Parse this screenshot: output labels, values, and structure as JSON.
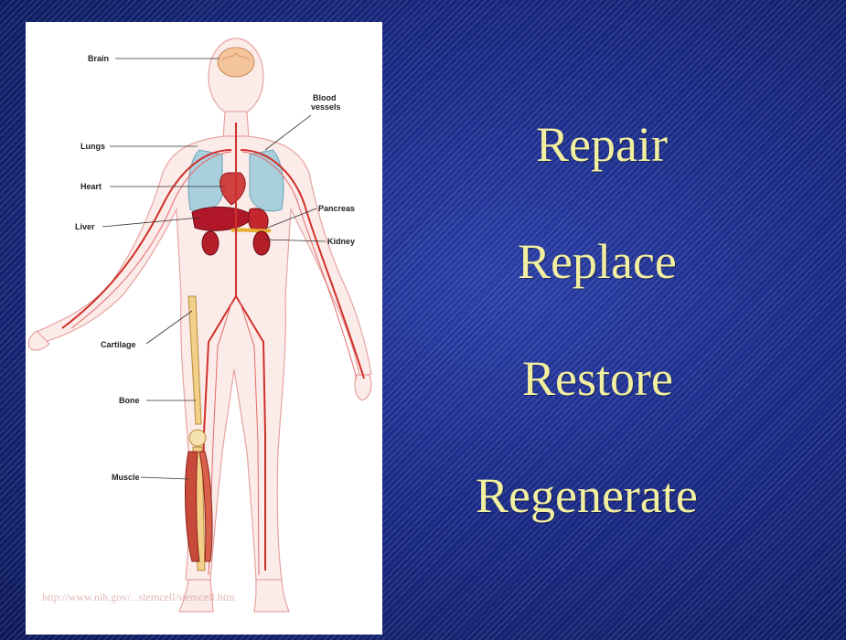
{
  "figure": {
    "labels": {
      "brain": "Brain",
      "blood_vessels_line1": "Blood",
      "blood_vessels_line2": "vessels",
      "lungs": "Lungs",
      "heart": "Heart",
      "pancreas": "Pancreas",
      "liver": "Liver",
      "kidney": "Kidney",
      "cartilage": "Cartilage",
      "bone": "Bone",
      "muscle": "Muscle"
    },
    "watermark": "http://www.nih.gov/...stemcell/stemcell.htm"
  },
  "slide_words": [
    "Repair",
    "Replace",
    "Restore",
    "Regenerate"
  ],
  "colors": {
    "background": "#1a2a85",
    "word_color": "#f2efa0",
    "organ_red": "#c01a24",
    "lung_blue": "#a9cfdc",
    "vessel_red": "#d0302a"
  }
}
